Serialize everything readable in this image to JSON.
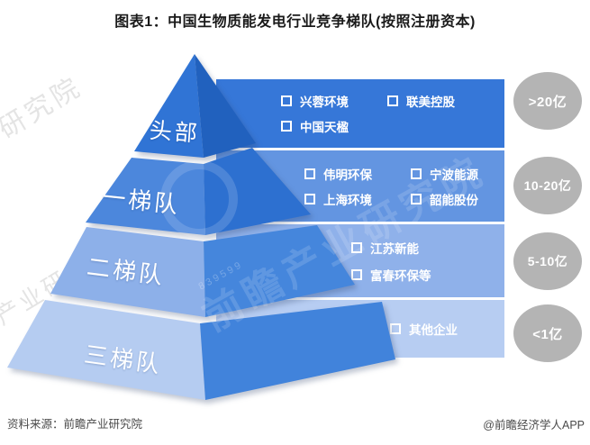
{
  "title": "图表1：中国生物质能发电行业竞争梯队(按照注册资本)",
  "chart_data": {
    "type": "pyramid-tiers",
    "title": "中国生物质能发电行业竞争梯队(按照注册资本)",
    "tiers": [
      {
        "label": "头部",
        "capital": ">20亿",
        "companies": [
          "兴蓉环境",
          "联美控股",
          "中国天楹"
        ]
      },
      {
        "label": "一梯队",
        "capital": "10-20亿",
        "companies": [
          "伟明环保",
          "宁波能源",
          "上海环境",
          "韶能股份"
        ]
      },
      {
        "label": "二梯队",
        "capital": "5-10亿",
        "companies": [
          "江苏新能",
          "富春环保等"
        ]
      },
      {
        "label": "三梯队",
        "capital": "<1亿",
        "companies": [
          "其他企业"
        ]
      }
    ]
  },
  "tiers": [
    {
      "label": "头部",
      "capital": ">20亿",
      "companies": [
        "兴蓉环境",
        "联美控股",
        "中国天楹"
      ]
    },
    {
      "label": "一梯队",
      "capital": "10-20亿",
      "companies": [
        "伟明环保",
        "宁波能源",
        "上海环境",
        "韶能股份"
      ]
    },
    {
      "label": "二梯队",
      "capital": "5-10亿",
      "companies": [
        "江苏新能",
        "富春环保等"
      ]
    },
    {
      "label": "三梯队",
      "capital": "<1亿",
      "companies": [
        "其他企业"
      ]
    }
  ],
  "footer": {
    "source": "资料来源：前瞻产业研究院",
    "credit": "@前瞻经济学人APP"
  },
  "watermarks": [
    {
      "text": "前瞻产业研究院"
    },
    {
      "text": "研究院"
    },
    {
      "text": "产业研究院"
    },
    {
      "text": "839599"
    }
  ],
  "colors": {
    "t1l": "#3074d5",
    "t1r": "#2161be",
    "t2l": "#4c87dc",
    "t2r": "#2d70d0",
    "t3l": "#8db0e9",
    "t3r": "#4586dc",
    "t4l": "#b5ccf1",
    "t4r": "#4183db",
    "box1": "#3677d8",
    "box2": "#6395e1",
    "box3": "#8fb1ea",
    "box4": "#b7cdf2",
    "capital-circle": "#b4b4b4",
    "title-text": "#1a1a1a",
    "footer-text": "#4a4a4a"
  }
}
